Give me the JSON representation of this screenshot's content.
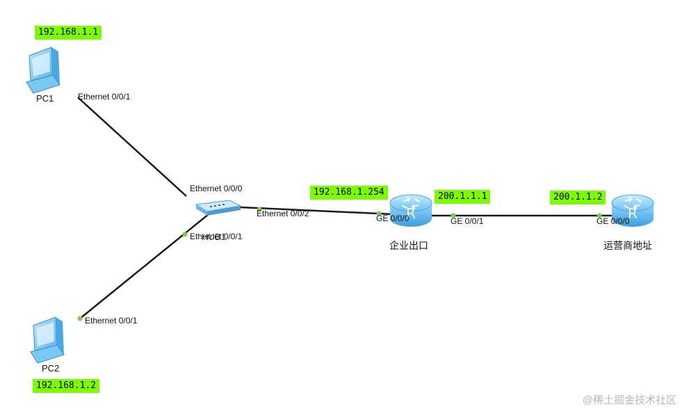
{
  "devices": {
    "pc1": {
      "name": "PC1",
      "ip": "192.168.1.1",
      "port": "Ethernet 0/0/1"
    },
    "pc2": {
      "name": "PC2",
      "ip": "192.168.1.2",
      "port": "Ethernet 0/0/1"
    },
    "hub": {
      "name": "HUB1",
      "port_to_pc1": "Ethernet 0/0/0",
      "port_to_pc2": "Ethernet 0/0/1",
      "port_to_router": "Ethernet 0/0/2"
    },
    "router_enterprise": {
      "name": "企业出口",
      "ip_lan": "192.168.1.254",
      "port_lan": "GE 0/0/0",
      "ip_wan": "200.1.1.1",
      "port_wan": "GE 0/0/1"
    },
    "router_isp": {
      "name": "运营商地址",
      "ip": "200.1.1.2",
      "port": "GE 0/0/0"
    }
  },
  "watermark": "@稀土掘金技术社区",
  "colors": {
    "ip_label_bg": "#7cfc00",
    "link_line": "#1a1a1a",
    "port_dot": "#7ccc52",
    "pc_body": "#6ec6f2",
    "router_body": "#5bb8ec",
    "hub_body": "#8fc4e8"
  },
  "icons": {
    "pc": "pc-icon",
    "router": "router-icon",
    "hub": "hub-icon"
  }
}
